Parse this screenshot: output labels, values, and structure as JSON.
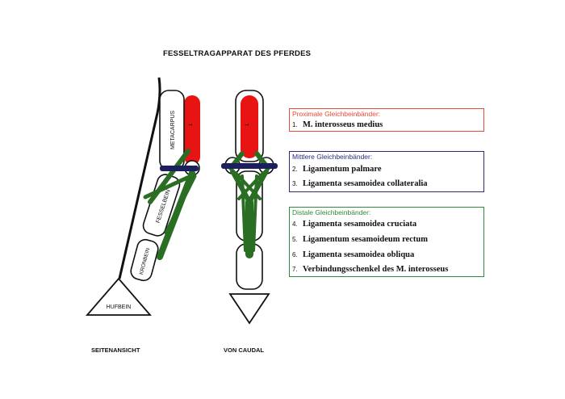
{
  "title": "FESSELTRAGAPPARAT DES PFERDES",
  "captions": {
    "side": "SEITENANSICHT",
    "caudal": "VON CAUDAL"
  },
  "bones": {
    "metacarpus": "METACARPUS",
    "fesselbein": "FESSELBEIN",
    "kronbein": "KRONBEIN",
    "hufbein": "HUFBEIN",
    "marker": "1"
  },
  "colors": {
    "proximal": "#e84a3a",
    "mittlere": "#2b2d7a",
    "distale": "#2f8a3a",
    "ligament_red": "#e81414",
    "ligament_green": "#2a6e24",
    "ligament_navy": "#1c1f5e"
  },
  "legend": {
    "proximal": {
      "header": "Proximale Gleichbeinbänder:",
      "items": [
        {
          "num": "1.",
          "text": "M. interosseus medius"
        }
      ]
    },
    "mittlere": {
      "header": "Mittlere Gleichbeinbänder:",
      "items": [
        {
          "num": "2.",
          "text": "Ligamentum palmare"
        },
        {
          "num": "3.",
          "text": "Ligamenta sesamoidea collateralia"
        }
      ]
    },
    "distale": {
      "header": "Distale Gleichbeinbänder:",
      "items": [
        {
          "num": "4.",
          "text": "Ligamenta sesamoidea cruciata"
        },
        {
          "num": "5.",
          "text": "Ligamentum sesamoideum rectum"
        },
        {
          "num": "6.",
          "text": "Ligamenta sesamoidea obliqua"
        },
        {
          "num": "7.",
          "text": "Verbindungsschenkel des M. interosseus"
        }
      ]
    }
  }
}
